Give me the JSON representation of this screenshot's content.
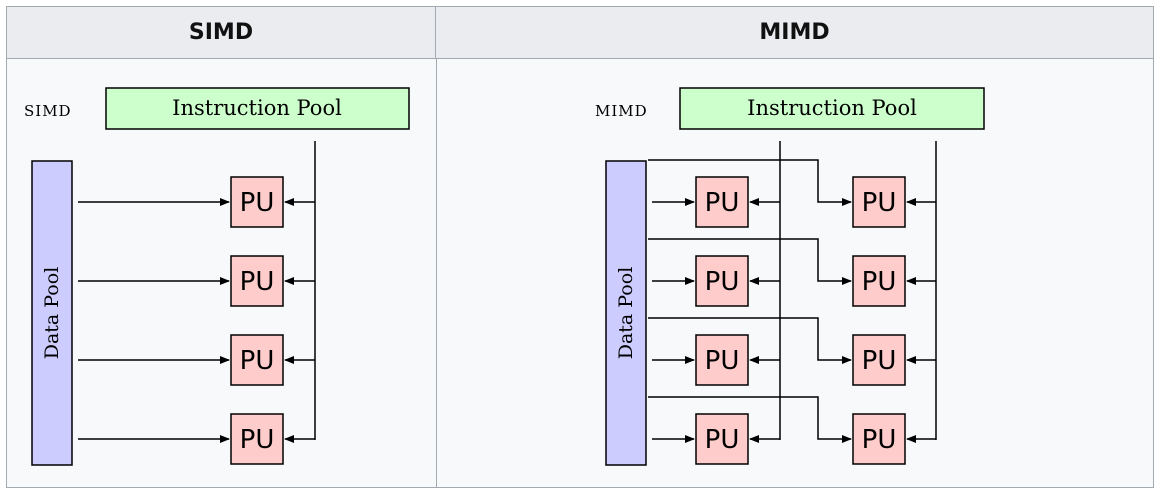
{
  "headers": {
    "simd": "SIMD",
    "mimd": "MIMD"
  },
  "simd": {
    "tag": "SIMD",
    "instruction_pool": "Instruction Pool",
    "data_pool": "Data Pool",
    "pu_label": "PU",
    "pu_count": 4
  },
  "mimd": {
    "tag": "MIMD",
    "instruction_pool": "Instruction Pool",
    "data_pool": "Data Pool",
    "pu_label": "PU",
    "pu_rows": 4,
    "pu_columns": 2
  },
  "colors": {
    "instruction_fill": "#ccffcc",
    "data_fill": "#ccccff",
    "pu_fill": "#ffcccc",
    "line": "#000000"
  }
}
